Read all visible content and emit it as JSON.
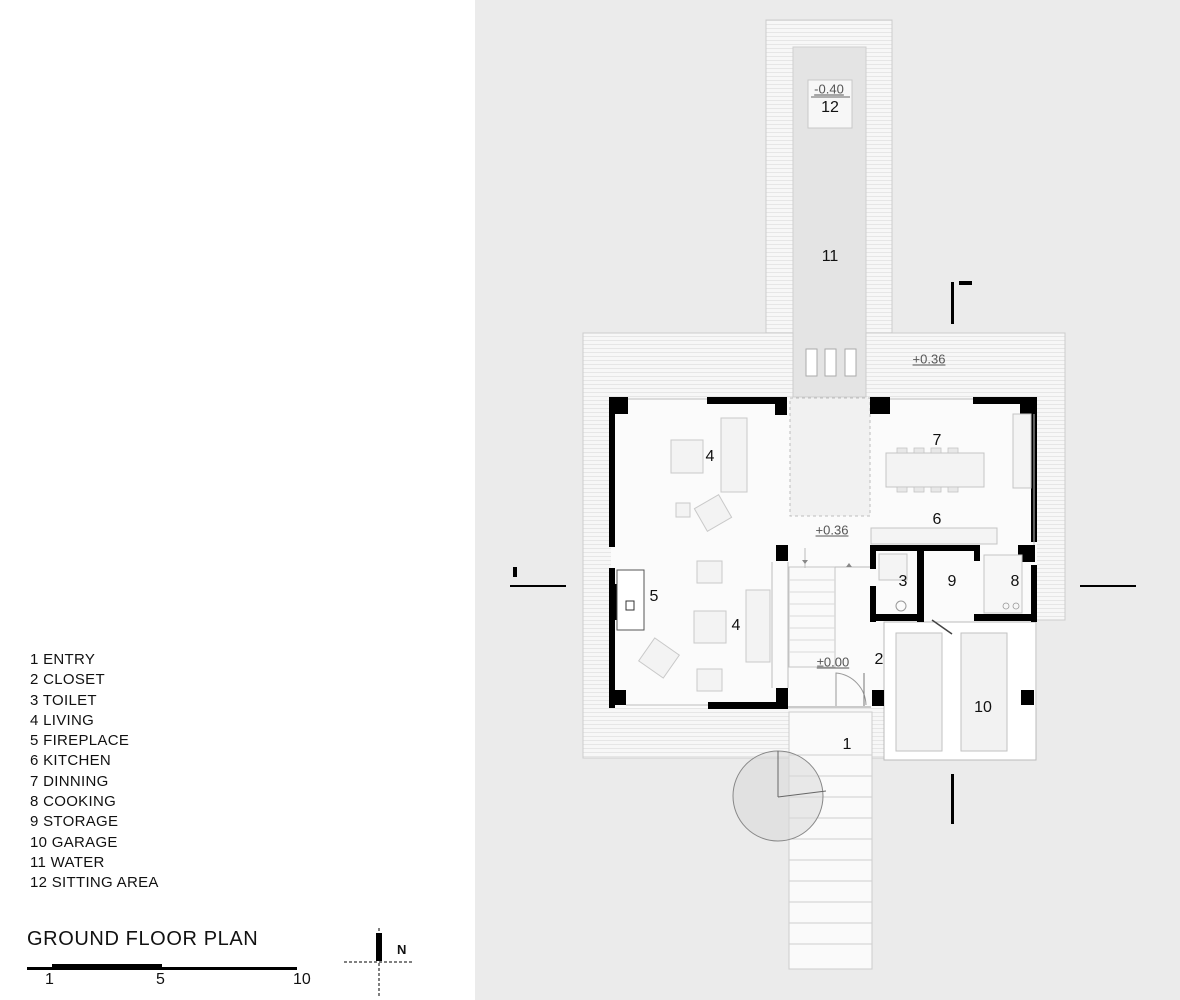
{
  "legend": {
    "items": [
      "1 ENTRY",
      "2 CLOSET",
      "3 TOILET",
      "4 LIVING",
      "5 FIREPLACE",
      "6 KITCHEN",
      "7 DINNING",
      "8 COOKING",
      "9 STORAGE",
      "10 GARAGE",
      "11 WATER",
      "12 SITTING AREA"
    ]
  },
  "title": "GROUND FLOOR PLAN",
  "scale": {
    "tick_labels": [
      "1",
      "5",
      "10"
    ]
  },
  "north": {
    "label": "N"
  },
  "rooms": {
    "entry": "1",
    "closet": "2",
    "toilet": "3",
    "living_upper": "4",
    "living_lower": "4",
    "fireplace": "5",
    "kitchen": "6",
    "dinning": "7",
    "cooking": "8",
    "storage": "9",
    "garage": "10",
    "water": "11",
    "sitting_area": "12"
  },
  "elevations": {
    "sitting_area": "-0.40",
    "terrace": "+0.36",
    "interior": "+0.36",
    "entry": "±0.00"
  },
  "section_markers": {
    "top_right": "-",
    "left": "I"
  }
}
